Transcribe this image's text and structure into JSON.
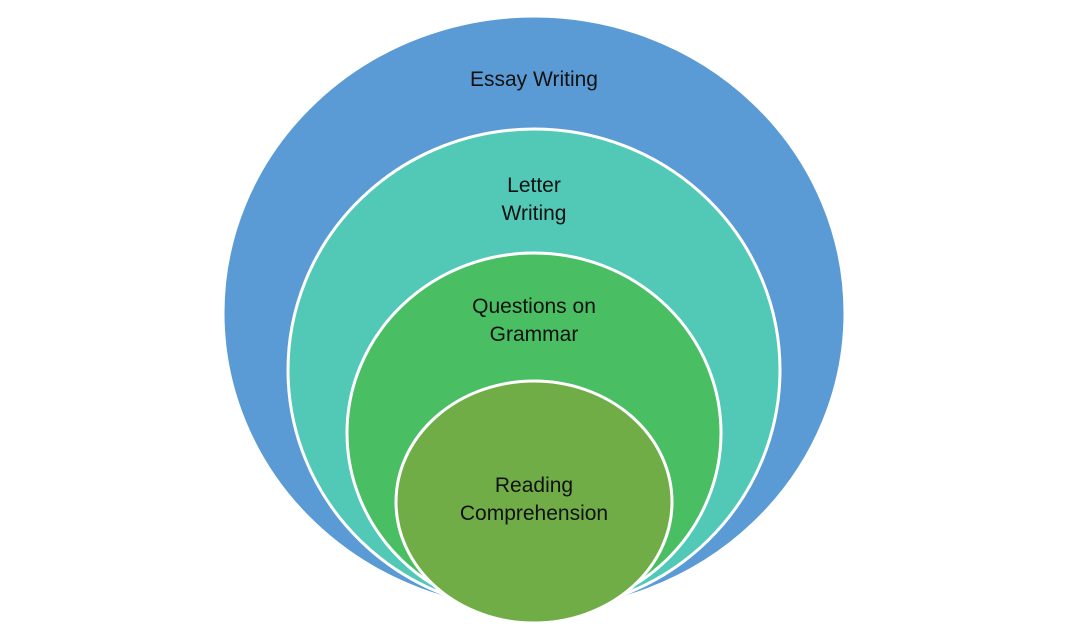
{
  "layers": [
    {
      "id": "essay",
      "lines": [
        "Essay Writing"
      ],
      "color": "#5b9bd5"
    },
    {
      "id": "letter",
      "lines": [
        "Letter",
        "Writing"
      ],
      "color": "#52c8b7"
    },
    {
      "id": "grammar",
      "lines": [
        "Questions on",
        "Grammar"
      ],
      "color": "#4abe63"
    },
    {
      "id": "reading",
      "lines": [
        "Reading",
        "Comprehension"
      ],
      "color": "#70ad47"
    }
  ],
  "outline_color": "#ffffff"
}
